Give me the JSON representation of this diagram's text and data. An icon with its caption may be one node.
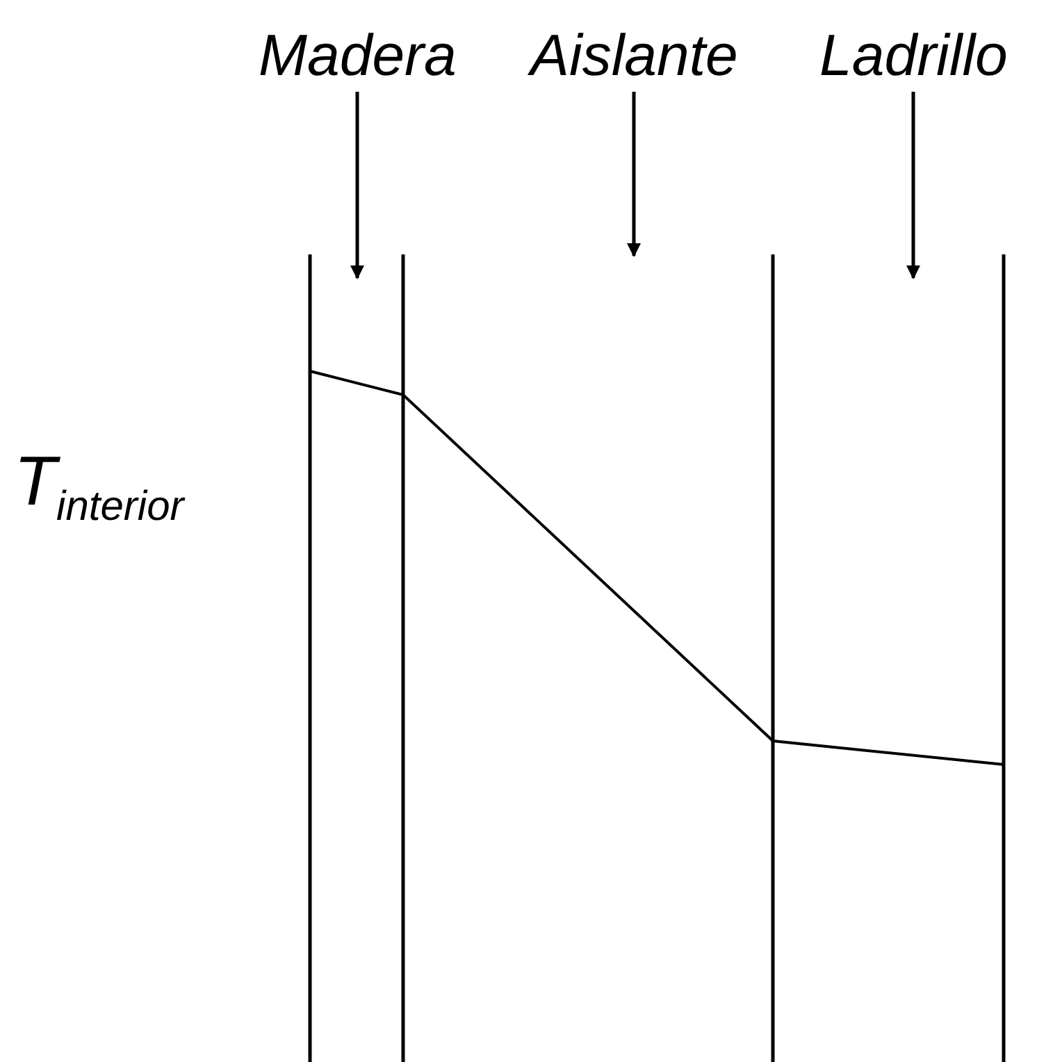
{
  "diagram": {
    "nodes": [
      {
        "text": [
          "Madera"
        ]
      },
      {
        "text": [
          "Aislante"
        ]
      },
      {
        "text": [
          "Ladrillo"
        ]
      }
    ],
    "edges": [
      {
        "from": 0,
        "to": null,
        "arrow": "to"
      },
      {
        "from": 1,
        "to": null,
        "arrow": "to"
      },
      {
        "from": 2,
        "to": null,
        "arrow": "to"
      }
    ],
    "labels": [
      "T$_{interior}$"
    ]
  }
}
